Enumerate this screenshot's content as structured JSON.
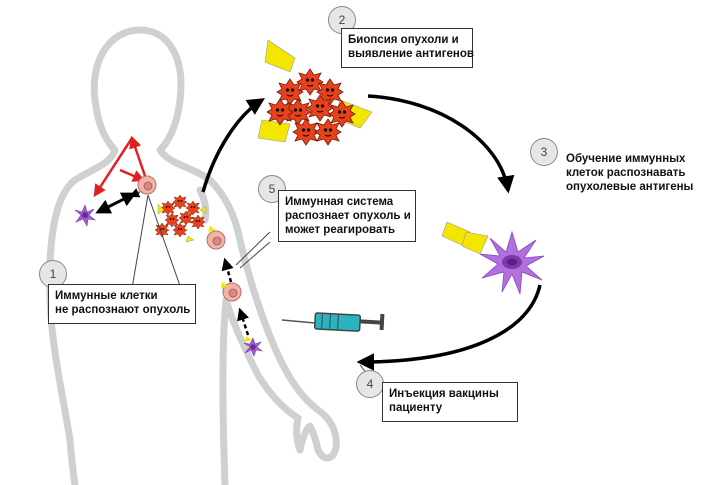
{
  "steps": [
    {
      "number": "1",
      "lines": [
        "Иммунные клетки",
        "не распознают опухоль"
      ]
    },
    {
      "number": "2",
      "lines": [
        "Биопсия опухоли и",
        "выявление антигенов"
      ]
    },
    {
      "number": "3",
      "lines": [
        "Обучение иммунных",
        "клеток распознавать",
        "опухолевые антигены"
      ]
    },
    {
      "number": "4",
      "lines": [
        "Инъекция вакцины",
        "пациенту"
      ]
    },
    {
      "number": "5",
      "lines": [
        "Иммунная система",
        "распознает опухоль и",
        "может реагировать"
      ]
    }
  ],
  "colors": {
    "outline": "#d3d3d3",
    "arrow": "#000000",
    "red_arrow": "#e02020",
    "tumor": "#e8411c",
    "antigen": "#f3e600",
    "dendritic": "#a060d0",
    "cell": "#f0b0a8",
    "syringe": "#2bb3c0"
  }
}
